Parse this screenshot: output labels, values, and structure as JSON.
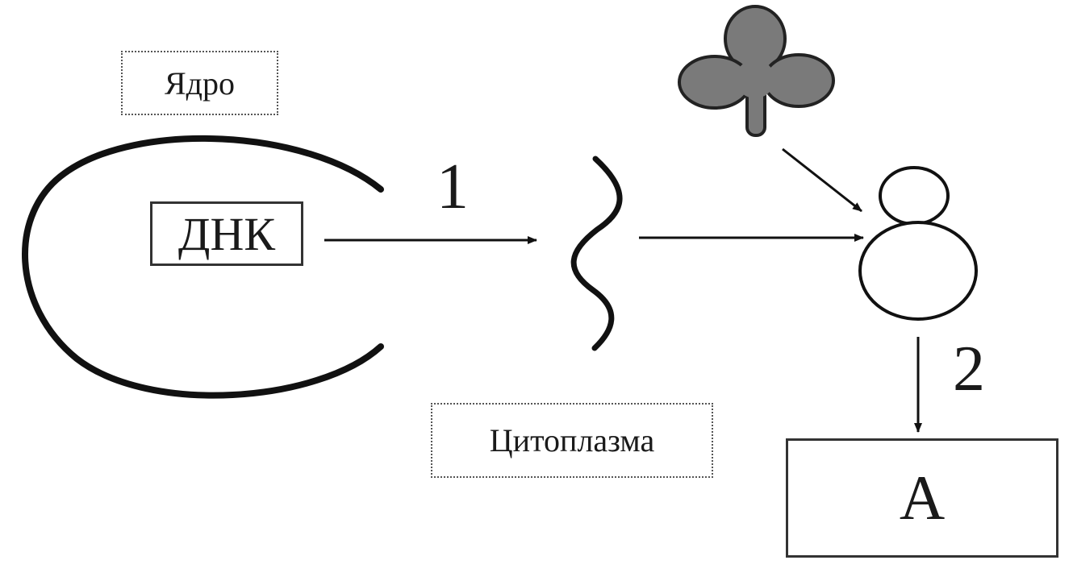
{
  "labels": {
    "nucleus": "Ядро",
    "cytoplasm": "Цитоплазма",
    "dna": "ДНК",
    "product": "А"
  },
  "steps": {
    "step1": "1",
    "step2": "2"
  },
  "colors": {
    "stroke": "#111111",
    "trna_fill": "#7a7a7a",
    "label_border": "#555555"
  },
  "icons": {
    "nucleus": "nucleus-arc",
    "mrna": "mrna-wave-icon",
    "trna": "trna-cloverleaf-icon",
    "ribosome": "ribosome-icon"
  }
}
